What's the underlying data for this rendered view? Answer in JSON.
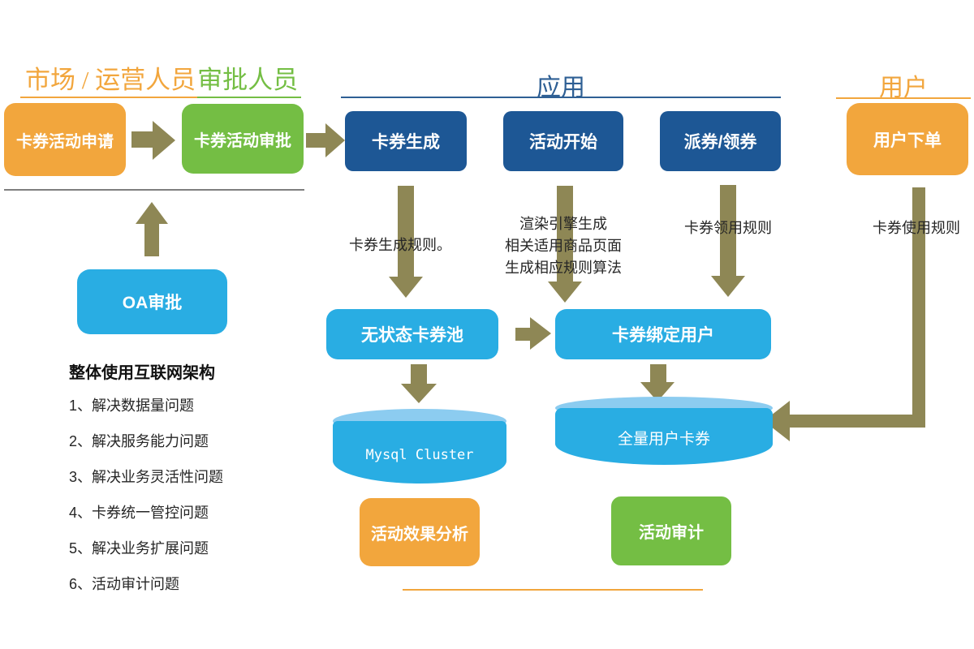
{
  "colors": {
    "orange": "#F2A63D",
    "green": "#74BE44",
    "navy": "#1D5795",
    "sky_blue": "#29ADE3",
    "sky_blue_light": "#8CCCF0",
    "olive_arrow": "#8E8755",
    "header_blue": "#2E5F94",
    "gray_line": "#7F7F7F"
  },
  "headers": {
    "market_ops": "市场 / 运营人员",
    "approver": "审批人员",
    "application": "应用",
    "user": "用户"
  },
  "nodes": {
    "coupon_apply": "卡券活动申请",
    "coupon_approve": "卡券活动审批",
    "coupon_generate": "卡券生成",
    "activity_start": "活动开始",
    "dispatch_claim": "派券/领券",
    "user_order": "用户下单",
    "oa_approval": "OA审批",
    "stateless_pool": "无状态卡券池",
    "bind_user": "卡券绑定用户",
    "mysql_cluster": "Mysql Cluster",
    "all_user_coupons": "全量用户卡券",
    "effect_analysis": "活动效果分析",
    "activity_audit": "活动审计"
  },
  "edge_labels": {
    "generate_rule": "卡券生成规则。",
    "render_engine_1": "渲染引擎生成",
    "render_engine_2": "相关适用商品页面",
    "render_engine_3": "生成相应规则算法",
    "claim_rule": "卡券领用规则",
    "use_rule": "卡券使用规则"
  },
  "notes": {
    "heading": "整体使用互联网架构",
    "items": [
      "1、解决数据量问题",
      "2、解决服务能力问题",
      "3、解决业务灵活性问题",
      "4、卡券统一管控问题",
      "5、解决业务扩展问题",
      "6、活动审计问题"
    ]
  }
}
